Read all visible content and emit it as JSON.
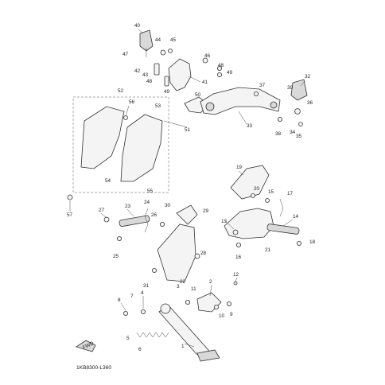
{
  "diagram": {
    "reference_code": "1KB8300-L360",
    "front_arrow_label": "FWD",
    "callouts": [
      "1",
      "2",
      "3",
      "4",
      "5",
      "6",
      "7",
      "8",
      "9",
      "10",
      "11",
      "12",
      "13",
      "14",
      "15",
      "16",
      "17",
      "18",
      "19",
      "20",
      "21",
      "22",
      "23",
      "24",
      "25",
      "26",
      "27",
      "28",
      "29",
      "30",
      "31",
      "32",
      "33",
      "34",
      "35",
      "36",
      "37",
      "38",
      "39",
      "40",
      "41",
      "42",
      "43",
      "44",
      "45",
      "46",
      "47",
      "48",
      "48",
      "49",
      "49",
      "50",
      "51",
      "52",
      "53",
      "54",
      "55",
      "56",
      "57"
    ]
  }
}
